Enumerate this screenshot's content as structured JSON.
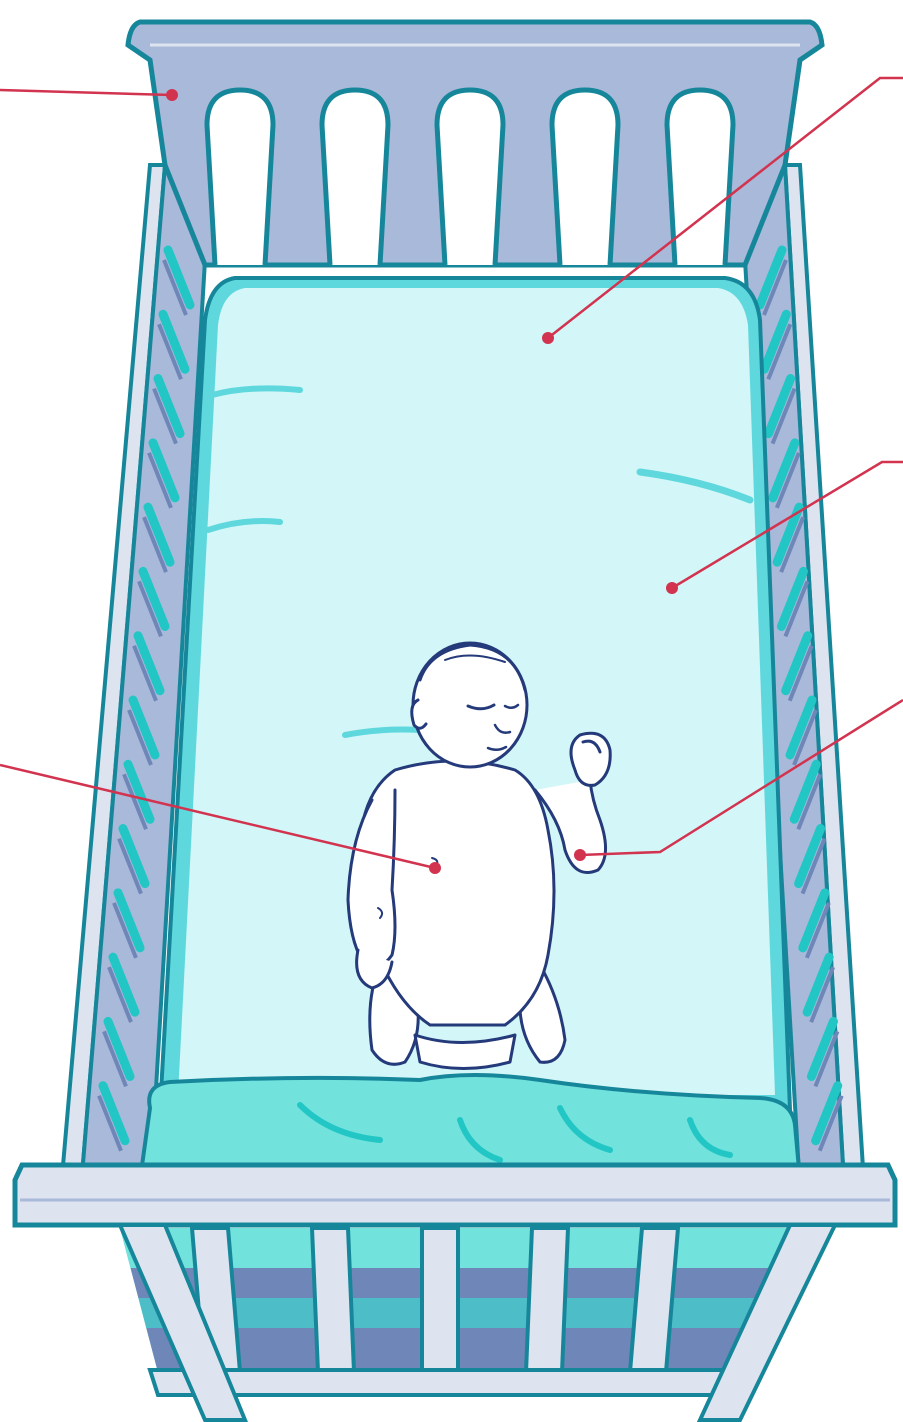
{
  "colors": {
    "frame": "#a9b9d9",
    "frame_light": "#dde4f0",
    "outline": "#16879a",
    "dark_outline": "#1d2f6f",
    "sheet": "#d3f6f8",
    "sheet_edge": "#5fd8dd",
    "blanket": "#72e2dc",
    "slat_dark": "#6f86b8",
    "teal_accent": "#22c7c5",
    "callout": "#d2334f",
    "baby_skin": "#ffffff",
    "baby_line": "#243a7a"
  },
  "callouts": [
    {
      "id": "headboard",
      "name": "callout-headboard"
    },
    {
      "id": "fitted-sheet",
      "name": "callout-fitted-sheet"
    },
    {
      "id": "mattress",
      "name": "callout-mattress"
    },
    {
      "id": "onesie",
      "name": "callout-onesie"
    },
    {
      "id": "arm",
      "name": "callout-arm"
    }
  ],
  "icons": [
    "crib-illustration",
    "baby-illustration"
  ]
}
